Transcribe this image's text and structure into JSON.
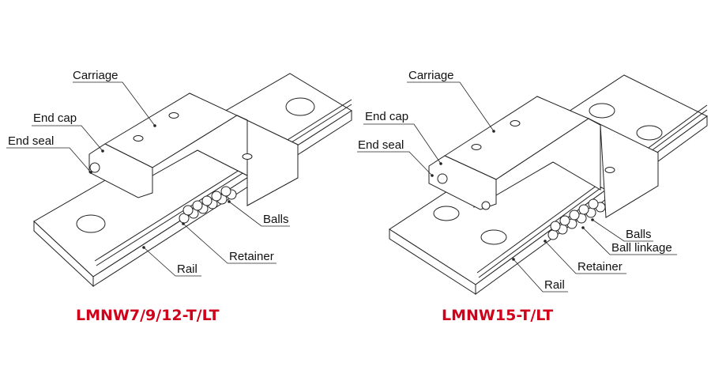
{
  "colors": {
    "title": "#d0021b",
    "line": "#222222"
  },
  "left": {
    "title": "LMNW7/9/12-T/LT",
    "labels": {
      "carriage": "Carriage",
      "end_cap": "End cap",
      "end_seal": "End seal",
      "balls": "Balls",
      "retainer": "Retainer",
      "rail": "Rail"
    }
  },
  "right": {
    "title": "LMNW15-T/LT",
    "labels": {
      "carriage": "Carriage",
      "end_cap": "End cap",
      "end_seal": "End seal",
      "balls": "Balls",
      "ball_linkage": "Ball linkage",
      "retainer": "Retainer",
      "rail": "Rail"
    }
  }
}
